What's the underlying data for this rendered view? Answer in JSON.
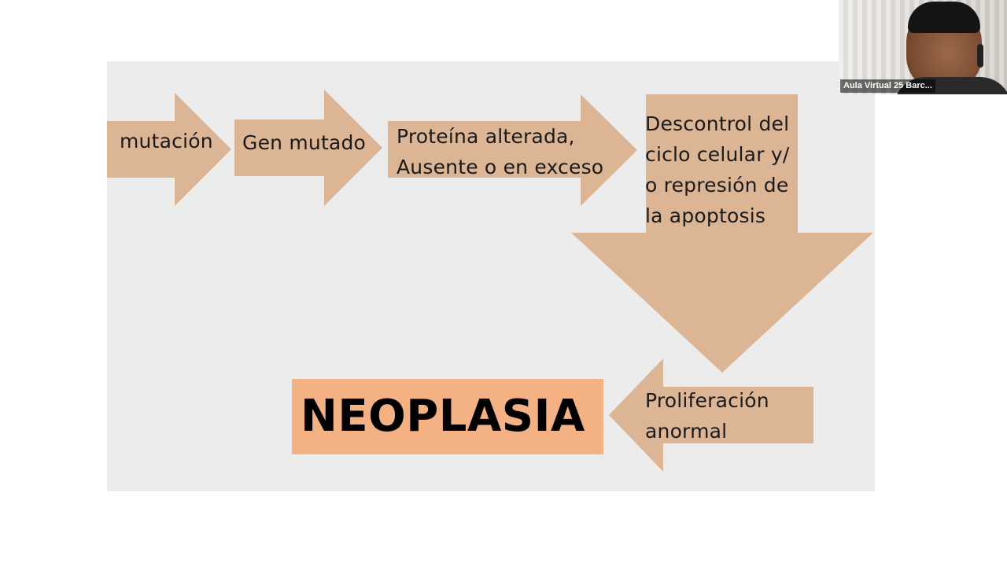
{
  "slide": {
    "steps": {
      "mutacion": "mutación",
      "gen_mutado": "Gen mutado",
      "proteina": "Proteína alterada,\nAusente o en exceso",
      "descontrol": "Descontrol del\nciclo celular y/\no represión de\nla apoptosis",
      "proliferacion": "Proliferación\nanormal",
      "neoplasia": "NEOPLASIA"
    },
    "colors": {
      "arrow_fill": "#dcb594",
      "highlight_box": "#f4b183",
      "slide_background": "#ececec"
    }
  },
  "video_tile": {
    "participant_name": "Aula Virtual 25 Barc..."
  }
}
